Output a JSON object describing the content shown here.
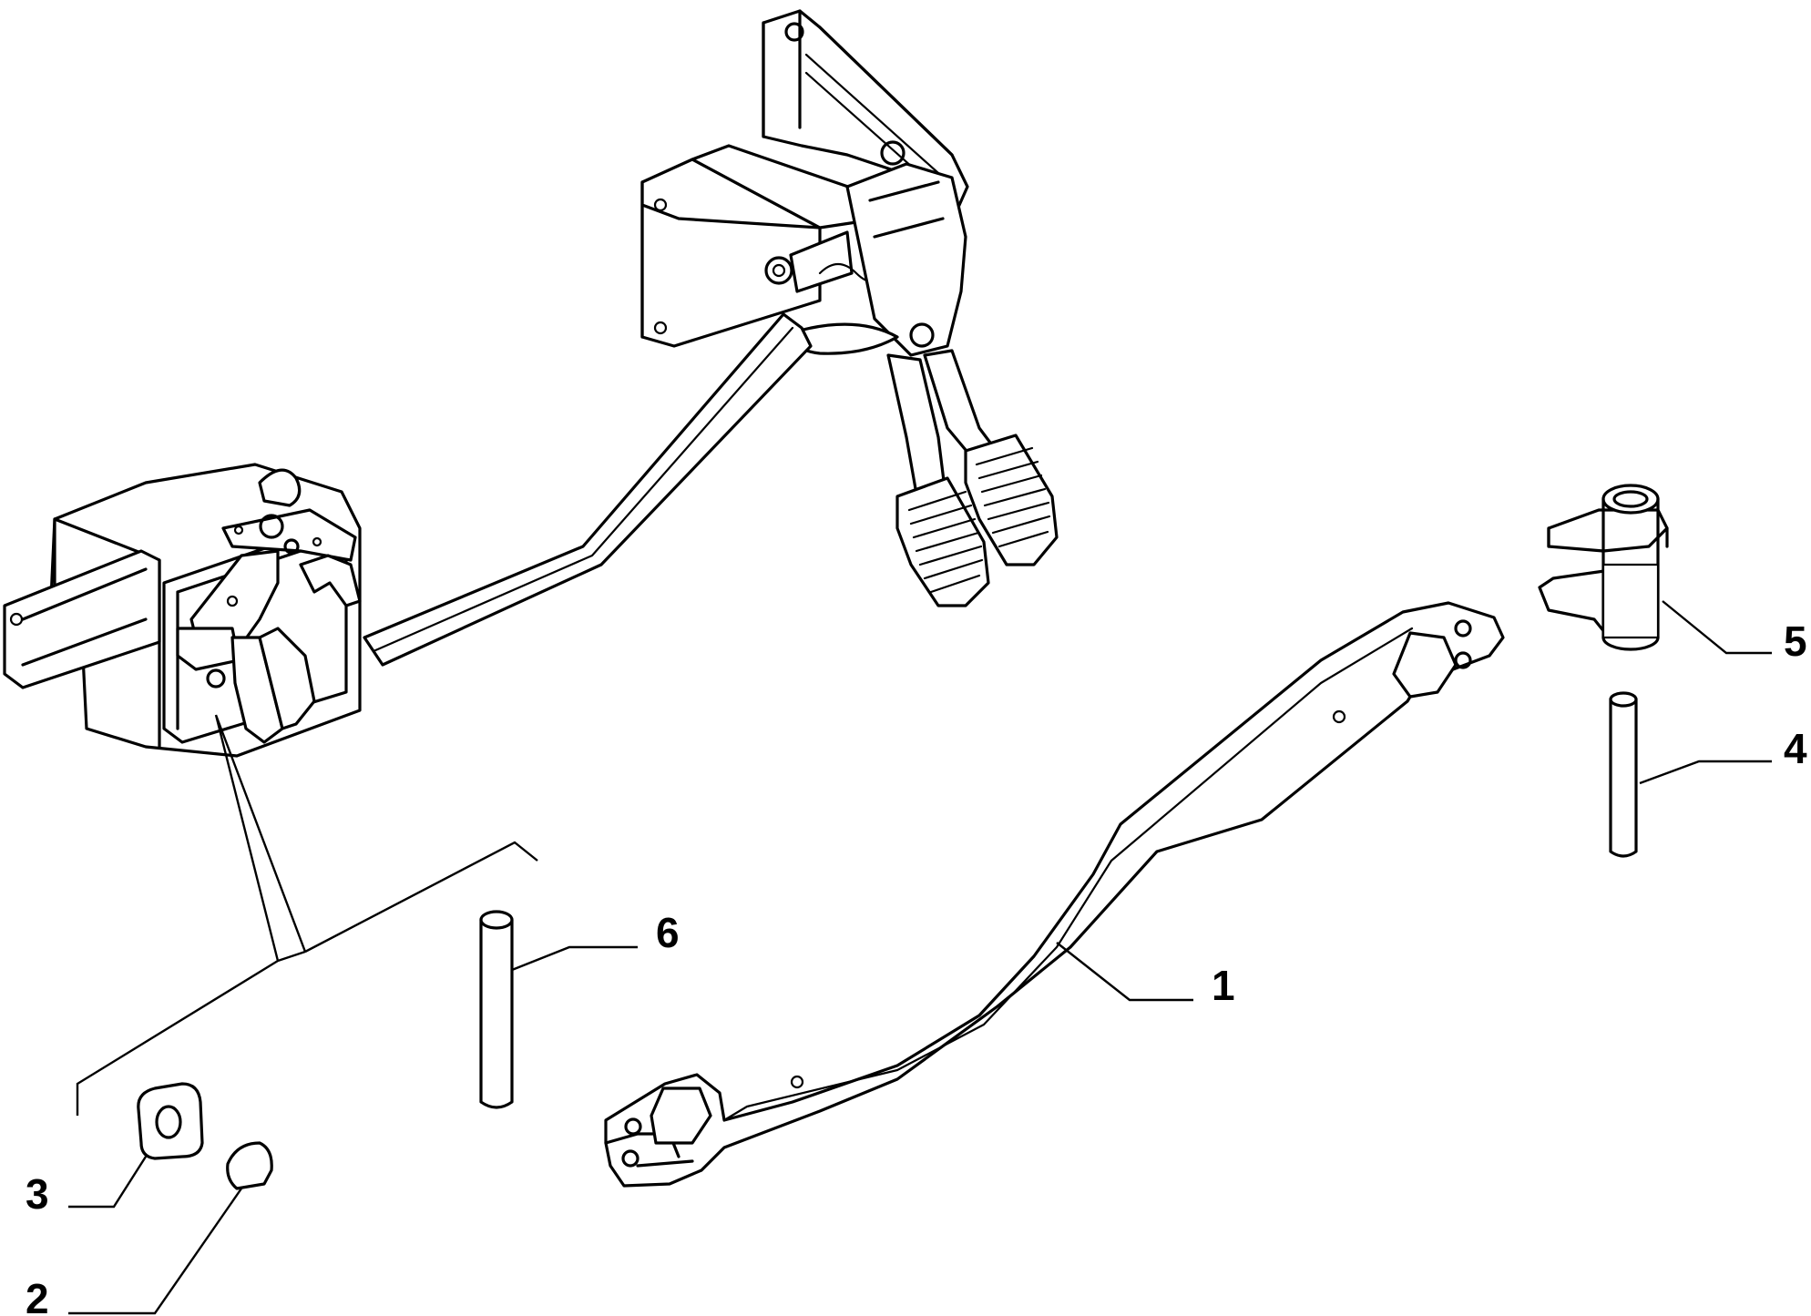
{
  "callouts": [
    {
      "id": "part-1",
      "label": "1"
    },
    {
      "id": "part-2",
      "label": "2"
    },
    {
      "id": "part-3",
      "label": "3"
    },
    {
      "id": "part-4",
      "label": "4"
    },
    {
      "id": "part-5",
      "label": "5"
    },
    {
      "id": "part-6",
      "label": "6"
    }
  ]
}
